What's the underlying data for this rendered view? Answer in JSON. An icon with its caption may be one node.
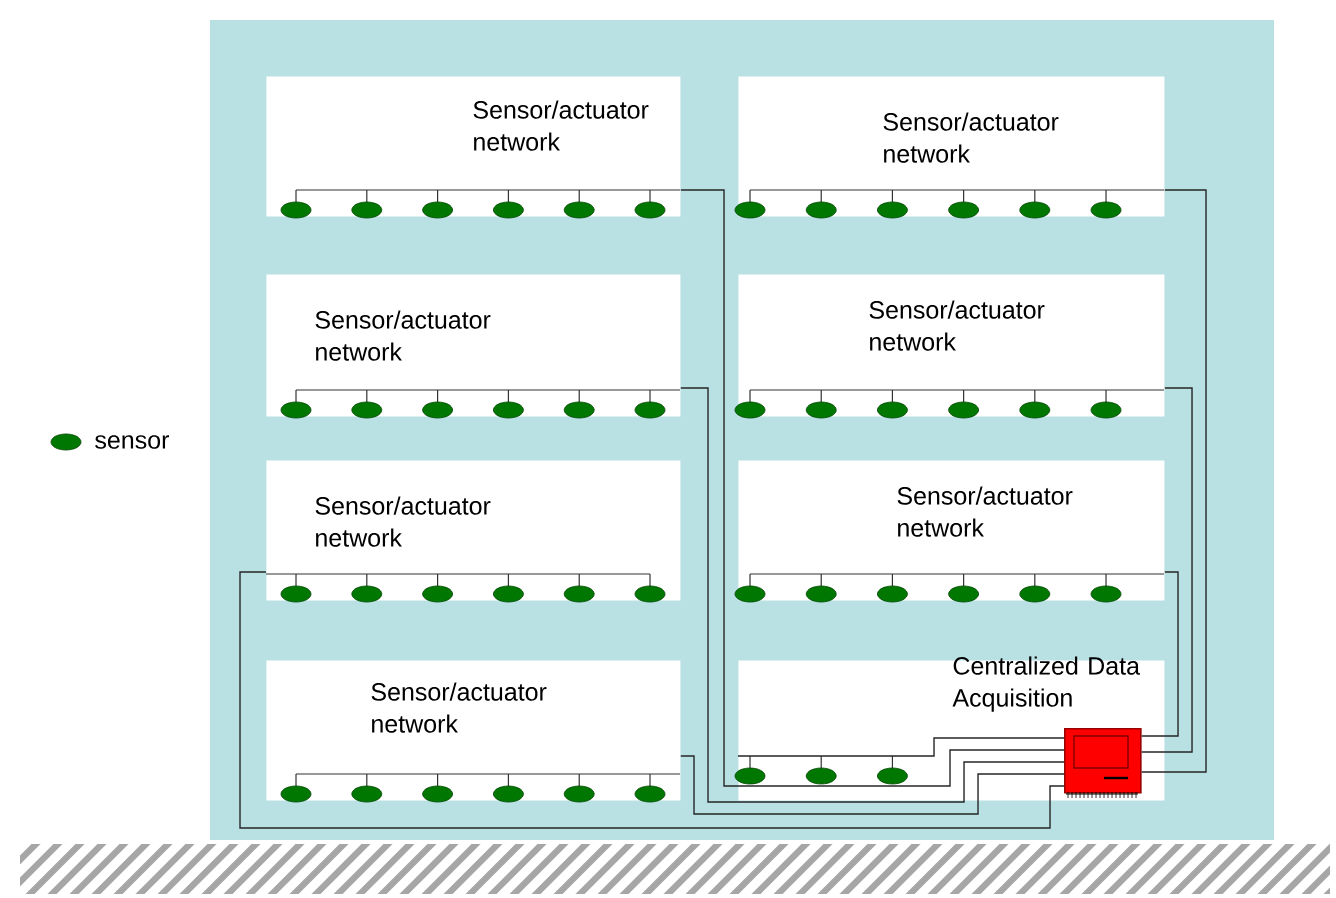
{
  "diagram": {
    "nodes": [
      {
        "text": [
          "Sensor/actuator network"
        ]
      },
      {
        "text": [
          "Sensor/actuator network"
        ]
      },
      {
        "text": [
          "Sensor/actuator network"
        ]
      },
      {
        "text": [
          "Sensor/actuator network"
        ]
      },
      {
        "text": [
          "Sensor/actuator network"
        ]
      },
      {
        "text": [
          "Sensor/actuator network"
        ]
      },
      {
        "text": [
          "Sensor/actuator network"
        ]
      },
      {
        "text": [
          "Centralized Data Acquisition"
        ]
      },
      {
        "text": [],
        "shape": "computer",
        "in": 7
      }
    ],
    "edges": [
      {
        "from": 0,
        "to": 8,
        "arrow": "none"
      },
      {
        "from": 1,
        "to": 8,
        "arrow": "none"
      },
      {
        "from": 2,
        "to": 8,
        "arrow": "none"
      },
      {
        "from": 3,
        "to": 8,
        "arrow": "none"
      },
      {
        "from": 4,
        "to": 8,
        "arrow": "none"
      },
      {
        "from": 5,
        "to": 8,
        "arrow": "none"
      },
      {
        "from": 6,
        "to": 8,
        "arrow": "none"
      },
      {
        "from": 7,
        "to": 8,
        "arrow": "none"
      }
    ],
    "legend": [
      {
        "text": "sensor",
        "color": "#007700"
      }
    ]
  }
}
